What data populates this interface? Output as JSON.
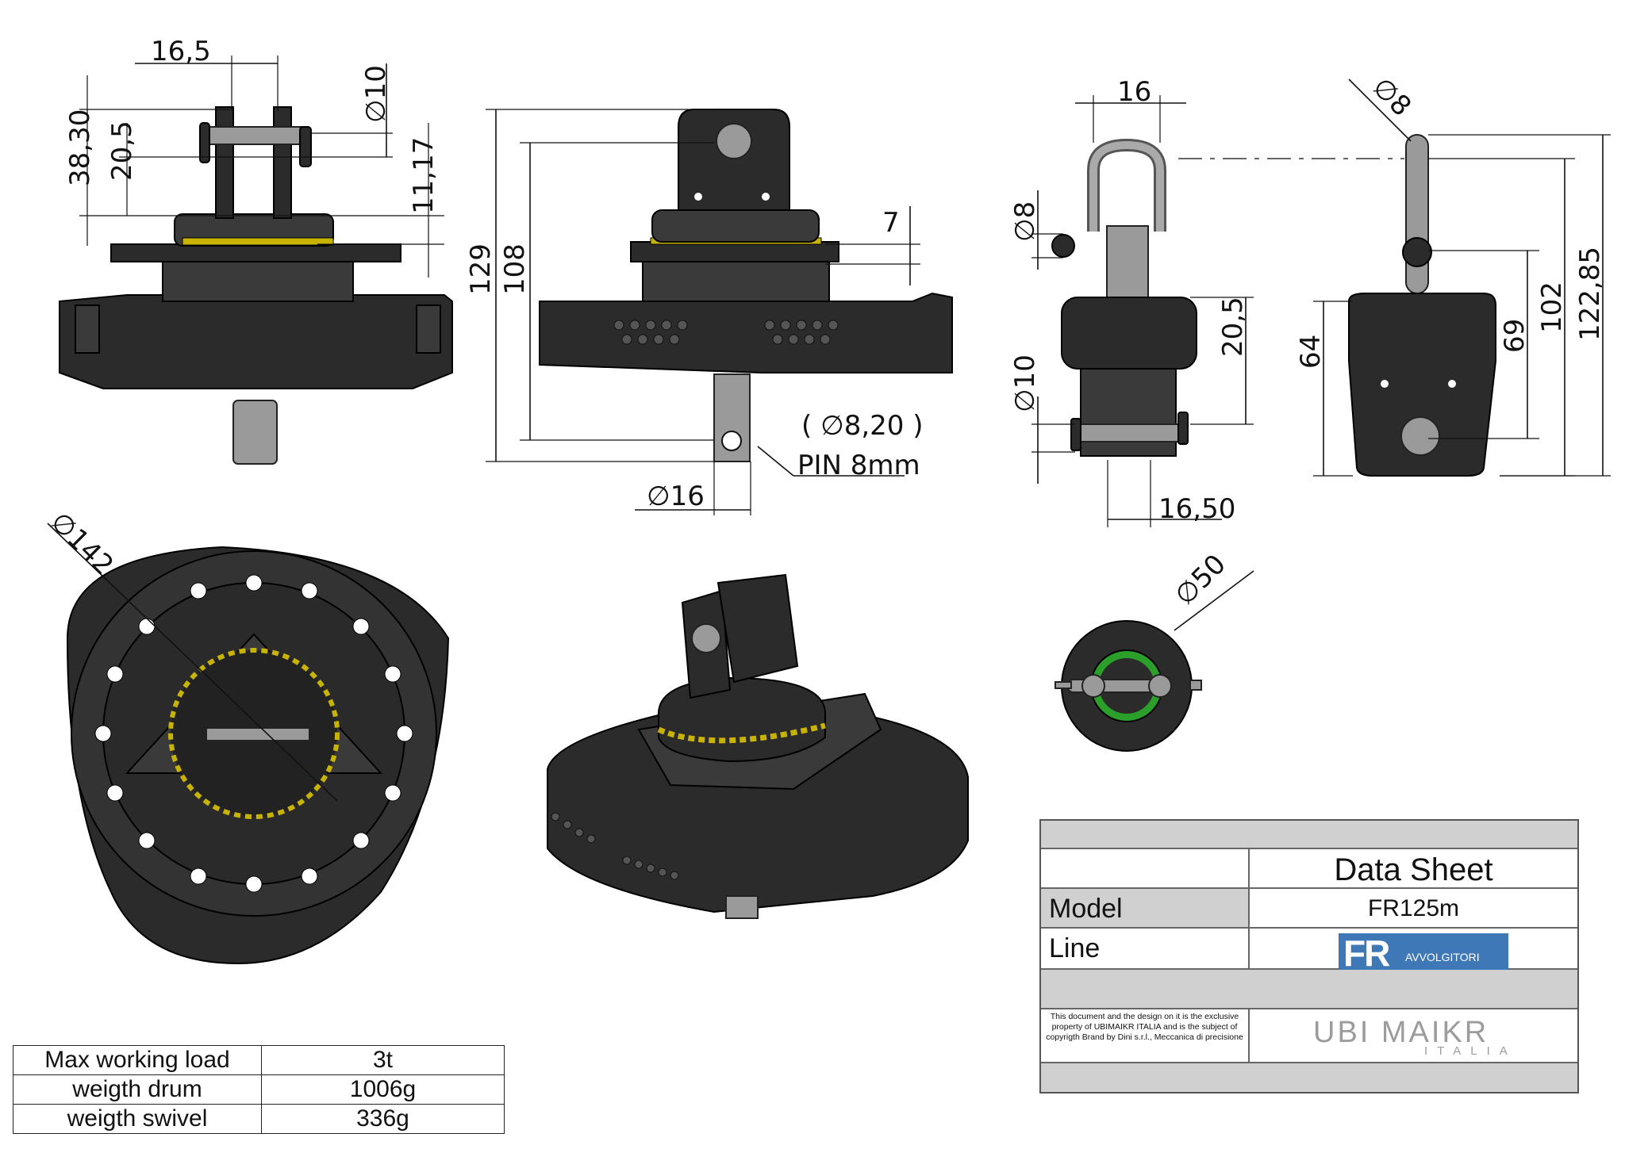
{
  "dimensions": {
    "d16_5": "16,5",
    "d38_30": "38,30",
    "d20_5a": "20,5",
    "dia10a": "∅10",
    "d11_17": "11,17",
    "d129": "129",
    "d108": "108",
    "d7": "7",
    "dia8_20": "( ∅8,20 )",
    "pin": "PIN 8mm",
    "dia16": "∅16",
    "d16": "16",
    "dia8a": "∅8",
    "dia8b": "∅8",
    "dia10b": "∅10",
    "d20_5b": "20,5",
    "d16_50": "16,50",
    "d64": "64",
    "d69": "69",
    "d102": "102",
    "d122_85": "122,85",
    "dia142": "∅142",
    "dia50": "∅50"
  },
  "specs": [
    {
      "label": "Max working load",
      "value": "3t"
    },
    {
      "label": "weigth drum",
      "value": "1006g"
    },
    {
      "label": "weigth swivel",
      "value": "336g"
    }
  ],
  "title_block": {
    "title": "Data Sheet",
    "model_label": "Model",
    "model_value": "FR125m",
    "line_label": "Line",
    "line_logo_letters": "FR",
    "line_logo_word": "AVVOLGITORI",
    "legal_text": "This document and the design on it is the exclusive property of UBIMAIKR ITALIA and is the subject of copyrigth Brand by Dini s.r.l., Meccanica di precisione",
    "brand_main": "UBI MAIKR",
    "brand_sub": "ITALIA"
  },
  "colors": {
    "body": "#2b2b2b",
    "bearing": "#c8b400",
    "metal": "#9a9a9a",
    "logo_blue": "#3f78b6",
    "title_grey": "#d0d0d0"
  }
}
